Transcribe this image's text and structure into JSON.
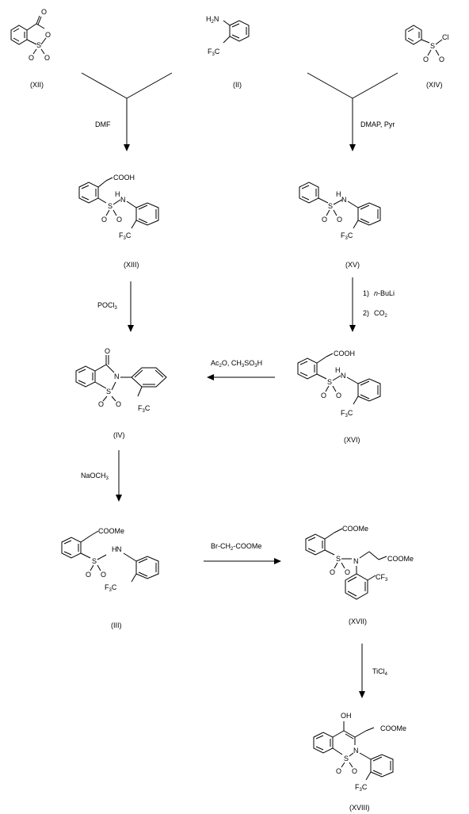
{
  "compounds": {
    "XII": "(XII)",
    "II": "(II)",
    "XIV": "(XIV)",
    "XIII": "(XIII)",
    "XV": "(XV)",
    "XVI": "(XVI)",
    "IV": "(IV)",
    "III": "(III)",
    "XVII": "(XVII)",
    "XVIII": "(XVIII)"
  },
  "reagents": {
    "dmf": "DMF",
    "dmap_pyr": "DMAP, Pyr",
    "pocl3_main": "POCl",
    "pocl3_sub": "3",
    "buli_step": "1)",
    "buli_n": "n",
    "buli_rest": "-BuLi",
    "co2_step": "2)",
    "co2_main": "CO",
    "co2_sub": "2",
    "ac2o_a": "Ac",
    "ac2o_sub": "2",
    "ac2o_b": "O, CH",
    "ac2o_sub2": "3",
    "ac2o_c": "SO",
    "ac2o_sub3": "3",
    "ac2o_d": "H",
    "naoch3_a": "NaOCH",
    "naoch3_sub": "3",
    "br_a": "Br-CH",
    "br_sub": "2",
    "br_b": "-COOMe",
    "ticl4_main": "TiCl",
    "ticl4_sub": "4"
  },
  "atoms": {
    "O": "O",
    "S": "S",
    "N": "N",
    "H": "H",
    "NH": "H",
    "Cl": "Cl",
    "F3C": "F",
    "F3C_sub": "3",
    "F3C_C": "C",
    "CF3_C": "CF",
    "CF3_sub": "3",
    "H2N_H": "H",
    "H2N_sub": "2",
    "H2N_N": "N",
    "COOH": "COOH",
    "COOMe": "COOMe",
    "OH": "OH"
  }
}
